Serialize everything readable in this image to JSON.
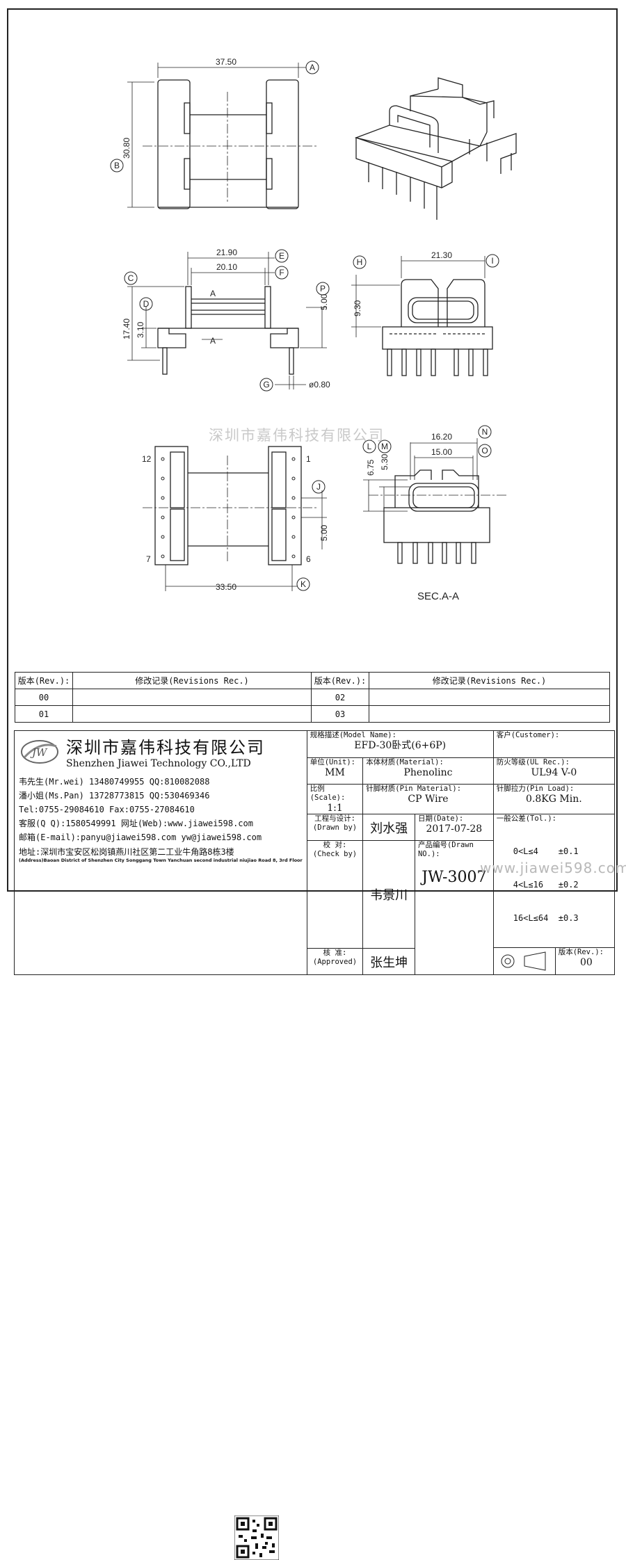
{
  "dims": {
    "top_width": "37.50",
    "top_height": "30.80",
    "mid_outer": "21.90",
    "mid_inner": "20.10",
    "mid_height": "17.40",
    "mid_small": "3.10",
    "mid_right": "5.00",
    "pin_dia": "ø0.80",
    "section_label": "A",
    "side_width": "21.30",
    "side_height": "9.30",
    "bottom_pitch": "33.50",
    "bottom_pin": "5.00",
    "pin_12": "12",
    "pin_1": "1",
    "pin_7": "7",
    "pin_6": "6",
    "sec_outer": "16.20",
    "sec_inner": "15.00",
    "sec_h1": "6.75",
    "sec_h2": "5.30",
    "sec_title": "SEC.A-A"
  },
  "callouts": [
    "A",
    "B",
    "C",
    "D",
    "E",
    "F",
    "G",
    "H",
    "I",
    "J",
    "K",
    "L",
    "M",
    "N",
    "O",
    "P"
  ],
  "watermark": "深圳市嘉伟科技有限公司",
  "watermark2": "www.jiawei598.com",
  "revisions": {
    "h_rev": "版本(Rev.):",
    "h_rec": "修改记录(Revisions Rec.)",
    "rows": [
      {
        "left": "00",
        "right": "02"
      },
      {
        "left": "01",
        "right": "03"
      }
    ]
  },
  "company": {
    "logo": "JW",
    "name_cn": "深圳市嘉伟科技有限公司",
    "name_en": "Shenzhen Jiawei Technology CO.,LTD",
    "contacts": [
      "韦先生(Mr.wei) 13480749955 QQ:810082088",
      "潘小姐(Ms.Pan) 13728773815 QQ:530469346",
      "Tel:0755-29084610     Fax:0755-27084610",
      "客服(Q Q):1580549991   网址(Web):www.jiawei598.com",
      "邮箱(E-mail):panyu@jiawei598.com  yw@jiawei598.com"
    ],
    "address": "地址:深圳市宝安区松岗镇燕川社区第二工业牛角路8栋3楼",
    "address_en": "(Address)Baoan District of Shenzhen City Songgang Town Yanchuan second industrial niujiao Road 8, 3rd Floor"
  },
  "title_block": {
    "model_label": "规格描述(Model Name):",
    "model_value": "EFD-30卧式(6+6P)",
    "customer_label": "客户(Customer):",
    "unit_label": "单位(Unit):",
    "unit_value": "MM",
    "material_label": "本体材质(Material):",
    "material_value": "Phenolinc",
    "ul_label": "防火等级(UL Rec.):",
    "ul_value": "UL94 V-0",
    "scale_label": "比例(Scale):",
    "scale_value": "1:1",
    "pin_material_label": "针脚材质(Pin Material):",
    "pin_material_value": "CP Wire",
    "pin_load_label": "针脚拉力(Pin Load):",
    "pin_load_value": "0.8KG Min.",
    "drawn_label": "工程与设计:",
    "drawn_label2": "(Drawn by)",
    "drawn_value": "刘水强",
    "date_label": "日期(Date):",
    "date_value": "2017-07-28",
    "check_label": "校  对:",
    "check_label2": "(Check by)",
    "check_value": "韦景川",
    "drawn_no_label": "产品编号(Drawn NO.):",
    "drawn_no_value": "JW-3007",
    "approved_label": "核  准:",
    "approved_label2": "(Approved)",
    "approved_value": "张生坤",
    "tol_label": "一般公差(Tol.):",
    "tol_rows": [
      "0<L≤4    ±0.1",
      "4<L≤16   ±0.2",
      "16<L≤64  ±0.3"
    ],
    "rev_label": "版本(Rev.):",
    "rev_value": "00"
  }
}
